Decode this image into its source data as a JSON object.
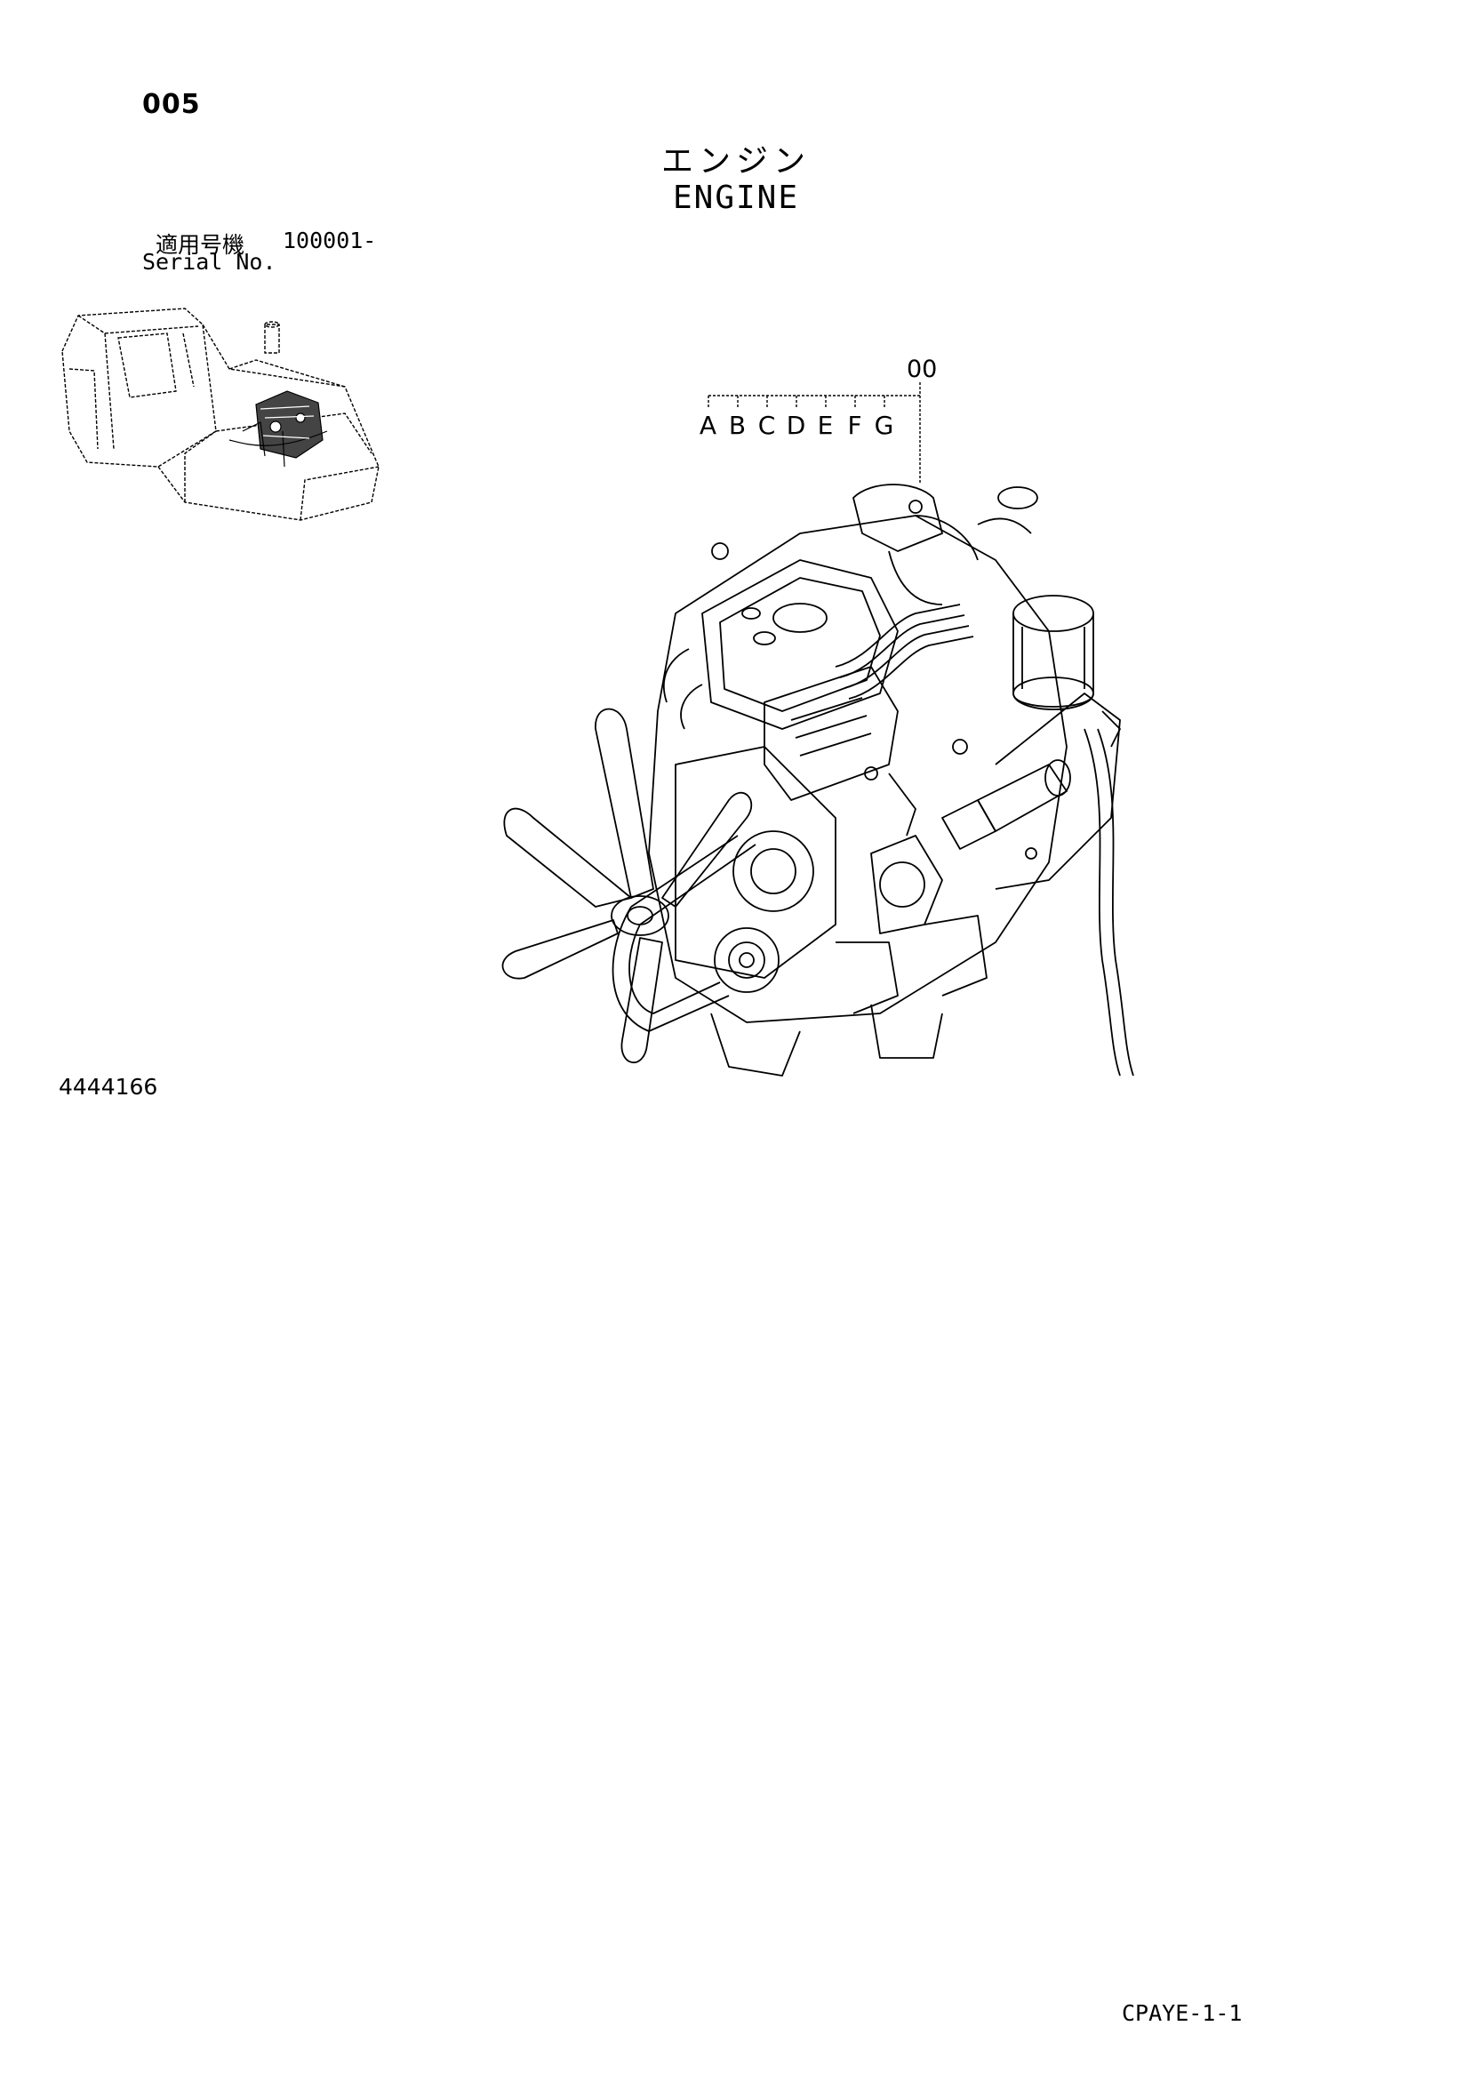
{
  "header": {
    "page_number": "005",
    "title_jp": "エンジン",
    "title_en": "ENGINE"
  },
  "serial": {
    "label_jp": "適用号機",
    "label_en": "Serial No.",
    "value": "100001-"
  },
  "callout": {
    "number": "00",
    "variants": [
      "A",
      "B",
      "C",
      "D",
      "E",
      "F",
      "G"
    ]
  },
  "footer": {
    "part_number": "4444166",
    "page_code": "CPAYE-1-1"
  },
  "icons": {
    "machine": "excavator-location-icon",
    "engine": "engine-drawing-icon"
  }
}
